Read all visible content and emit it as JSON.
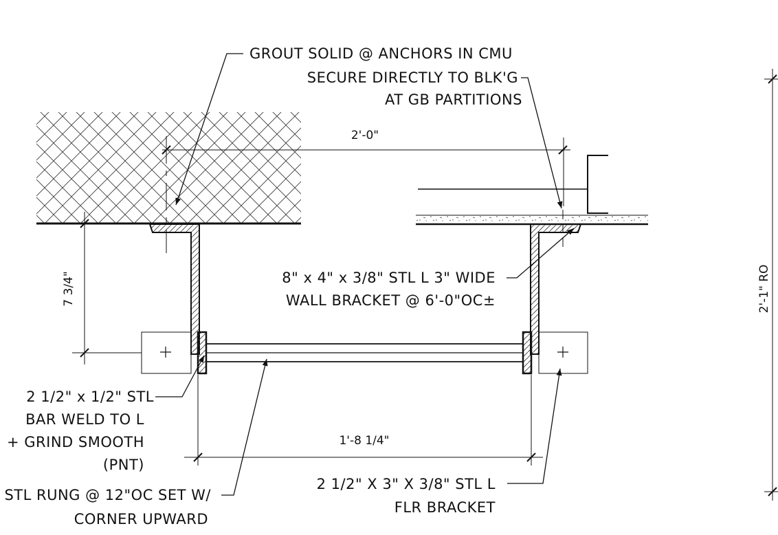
{
  "notes": {
    "grout": [
      "GROUT SOLID @ ANCHORS IN CMU",
      "SECURE DIRECTLY TO BLK'G",
      "AT GB PARTITIONS"
    ],
    "wall_bracket": [
      "8\" x 4\" x 3/8\" STL L 3\" WIDE",
      "WALL BRACKET @ 6'-0\"OC±"
    ],
    "bar": [
      "2 1/2\" x 1/2\" STL",
      "BAR WELD TO L",
      "+ GRIND SMOOTH",
      "(PNT)"
    ],
    "rung": [
      "STL RUNG @ 12\"OC SET W/",
      "CORNER UPWARD"
    ],
    "floor_bracket": [
      "2 1/2\" X 3\" X 3/8\" STL L",
      "FLR BRACKET"
    ]
  },
  "dimensions": {
    "top": "2'-0\"",
    "bottom": "1'-8 1/4\"",
    "left_vertical": "7 3/4\"",
    "right_vertical": "2'-1\" RO"
  }
}
